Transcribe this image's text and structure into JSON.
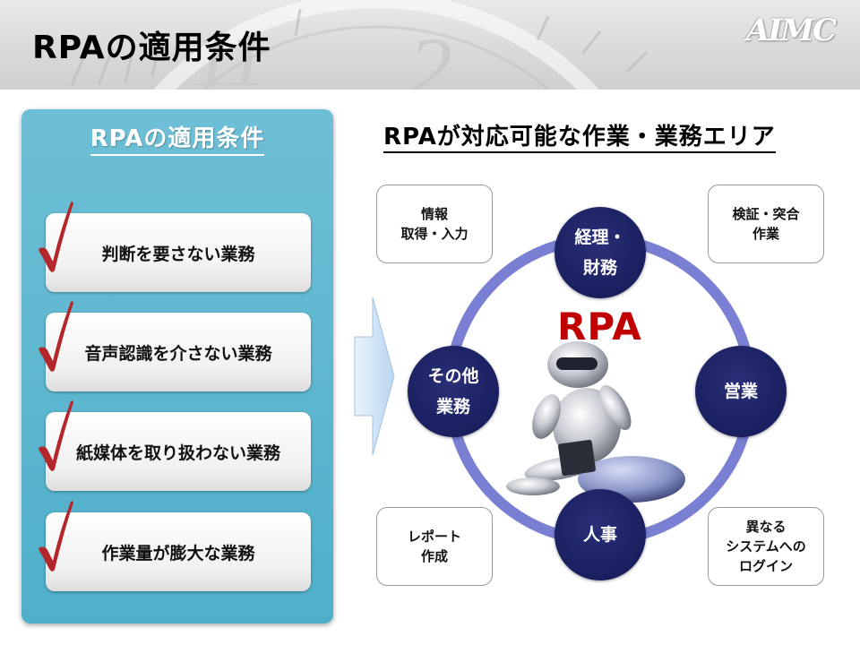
{
  "header": {
    "title": "RPAの適用条件",
    "logo_text": "AIMC"
  },
  "left_panel": {
    "heading": "RPAの適用条件",
    "conditions": [
      "判断を要さない業務",
      "音声認識を介さない業務",
      "紙媒体を取り扱わない業務",
      "作業量が膨大な業務"
    ]
  },
  "right_panel": {
    "heading": "RPAが対応可能な作業・業務エリア",
    "center_label": "RPA",
    "nodes": {
      "top_line1": "経理・",
      "top_line2": "財務",
      "left_line1": "その他",
      "left_line2": "業務",
      "right": "営業",
      "bottom": "人事"
    },
    "boxes": {
      "top_left_line1": "情報",
      "top_left_line2": "取得・入力",
      "top_right_line1": "検証・突合",
      "top_right_line2": "作業",
      "bottom_left_line1": "レポート",
      "bottom_left_line2": "作成",
      "bottom_right_line1": "異なる",
      "bottom_right_line2": "システムへの",
      "bottom_right_line3": "ログイン"
    }
  },
  "colors": {
    "panel": "#4fafca",
    "node": "#1a1f5f",
    "ring": "#7b7fd3",
    "rpa_text": "#c00000",
    "check": "#b3262a"
  }
}
